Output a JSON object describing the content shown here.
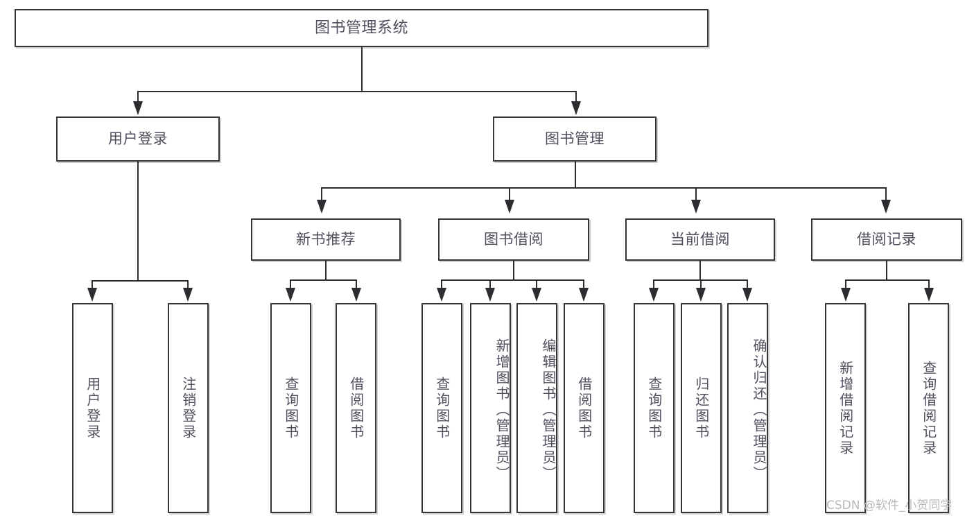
{
  "diagram": {
    "type": "tree",
    "title": "图书管理系统",
    "root": {
      "label": "图书管理系统"
    },
    "level2": [
      {
        "label": "用户登录"
      },
      {
        "label": "图书管理"
      }
    ],
    "level3": [
      {
        "label": "新书推荐"
      },
      {
        "label": "图书借阅"
      },
      {
        "label": "当前借阅"
      },
      {
        "label": "借阅记录"
      }
    ],
    "leaves": {
      "user_login": [
        {
          "label": "用户登录"
        },
        {
          "label": "注销登录"
        }
      ],
      "new_book_recommend": [
        {
          "label": "查询图书"
        },
        {
          "label": "借阅图书"
        }
      ],
      "book_borrow": [
        {
          "label": "查询图书"
        },
        {
          "label": "新增图书（管理员）"
        },
        {
          "label": "编辑图书（管理员）"
        },
        {
          "label": "借阅图书"
        }
      ],
      "current_borrow": [
        {
          "label": "查询图书"
        },
        {
          "label": "归还图书"
        },
        {
          "label": "确认归还（管理员）"
        }
      ],
      "borrow_record": [
        {
          "label": "新增借阅记录"
        },
        {
          "label": "查询借阅记录"
        }
      ]
    }
  },
  "watermark": {
    "text": "CSDN @软件_小贺同学"
  },
  "colors": {
    "box_border": "#35353a",
    "box_fill": "#ffffff",
    "text": "#50505e",
    "connector": "#2d2d31",
    "watermark": "#b9b9bd",
    "shadow": "#aaaaaf"
  }
}
